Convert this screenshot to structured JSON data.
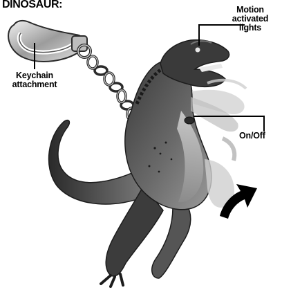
{
  "title": "DINOSAUR:",
  "callouts": {
    "motion_lights": "Motion\nactivated\nlights",
    "keychain": "Keychain\nattachment",
    "on_off": "On/Off"
  },
  "icons": [
    "keychain-clip",
    "chain",
    "dinosaur-figure",
    "motion-arrow-icon"
  ],
  "colors": {
    "ink": "#000000",
    "dino_dark": "#2f2f2f",
    "dino_mid": "#6e6e6e",
    "dino_light": "#bdbdbd"
  }
}
